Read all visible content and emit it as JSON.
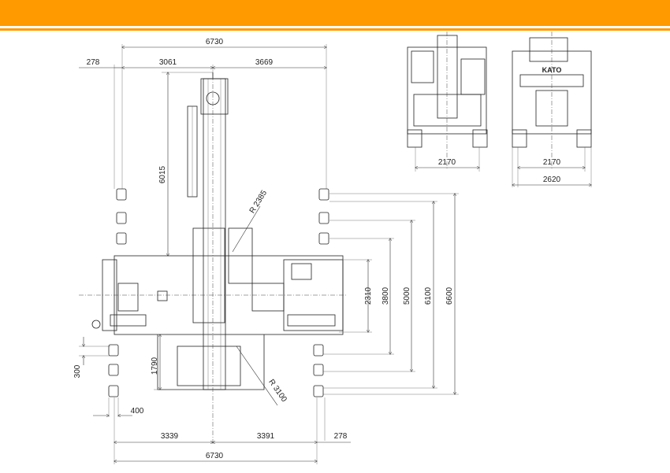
{
  "colors": {
    "accent": "#FF9A00",
    "line": "#333333"
  },
  "brand": {
    "logo_text": "KATO"
  },
  "plan_view": {
    "overall_width_top": "6730",
    "outrigger_left_top": "278",
    "front_to_center": "3061",
    "center_to_rear": "3669",
    "boom_length": "6015",
    "radius_front": "R 2385",
    "radius_rear": "R 3100",
    "outrigger_pad": "300",
    "pad_width": "400",
    "tail_offset": "1790",
    "left_to_center": "3339",
    "center_to_right": "3391",
    "outrigger_right_bottom": "278",
    "overall_width_bottom": "6730",
    "outrigger_widths": [
      "2310",
      "3800",
      "5000",
      "6100",
      "6600"
    ]
  },
  "front_view": {
    "track_width": "2170"
  },
  "rear_view": {
    "track_width": "2170",
    "overall_width": "2620"
  }
}
